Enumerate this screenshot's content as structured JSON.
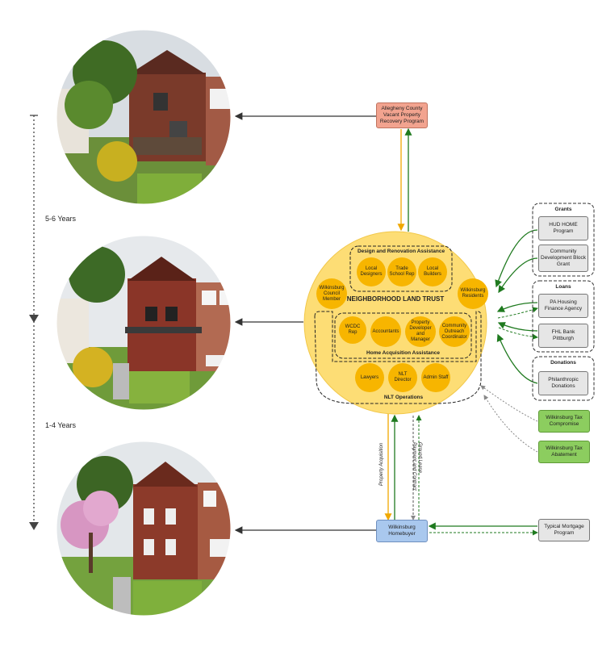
{
  "timeline": {
    "period_top": "5-6 Years",
    "period_bottom": "1-4 Years"
  },
  "trust": {
    "title": "NEIGHBORHOOD LAND TRUST",
    "design_group": {
      "title": "Design and Renovation Assistance",
      "members": [
        "Local Designers",
        "Trade School Rep",
        "Local Builders"
      ]
    },
    "side_nodes": {
      "left": "Wilkinsburg Council Member",
      "right": "Wilkinsburg Residents"
    },
    "acquisition_group": {
      "title": "Home Acquisition Assistance",
      "members": [
        "WCDC Rep",
        "Accountants",
        "Property Developer and Manager",
        "Community Outreach Coordinator"
      ]
    },
    "operations_group": {
      "title": "NLT Operations",
      "members": [
        "Lawyers",
        "NLT Director",
        "Admin Staff"
      ]
    }
  },
  "boxes": {
    "county": "Allegheny County Vacant Property Recovery Program",
    "homebuyer": "Wilkinsburg Homebuyer",
    "mortgage": "Typical Mortgage Program",
    "tax_compromise": "Wilkinsburg Tax Compromise",
    "tax_abatement": "Wilkinsburg Tax Abatement"
  },
  "funding": {
    "grants": {
      "title": "Grants",
      "items": [
        "HUD HOME Program",
        "Community Development Block Grant"
      ]
    },
    "loans": {
      "title": "Loans",
      "items": [
        "PA Housing Finance Agency",
        "FHL Bank Pittburgh"
      ]
    },
    "donations": {
      "title": "Donations",
      "items": [
        "Philanthropic Donations"
      ]
    }
  },
  "flows": {
    "property_acquisition": "Property Acquisition",
    "ground_lease": "Ground Lease Payment and Contract"
  },
  "colors": {
    "trust_fill": "#fddd75",
    "node_fill": "#f7b500",
    "arrow_green": "#1f7a1f",
    "arrow_orange": "#f0a800"
  },
  "photos": [
    "house-before-icon",
    "house-renovated-icon",
    "house-finished-icon"
  ]
}
